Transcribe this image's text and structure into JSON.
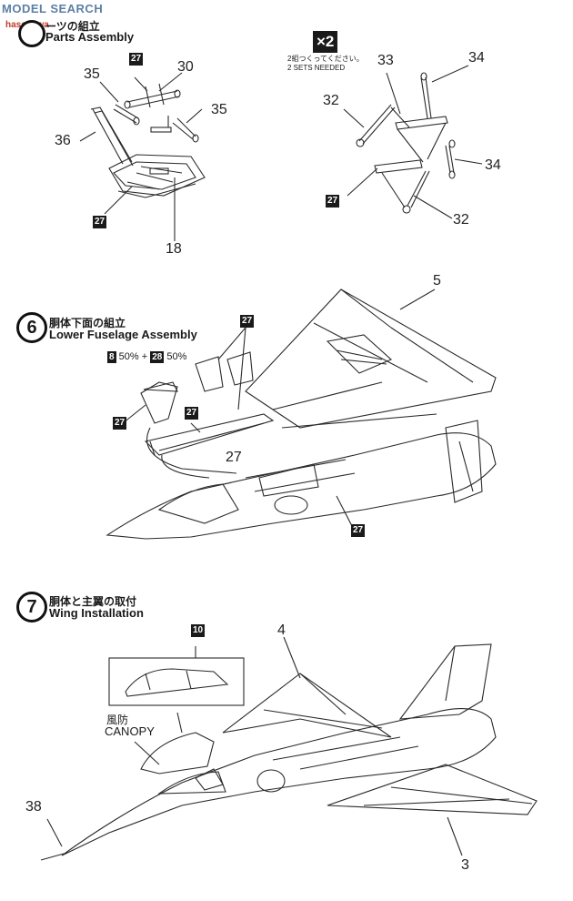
{
  "watermark": {
    "text": "MODEL SEARCH",
    "sub": "hasegawa"
  },
  "step5": {
    "title_jp": "ーツの組立",
    "title_en": "Parts Assembly",
    "x2": "×2",
    "note_jp": "2組つくってください。",
    "note_en": "2 SETS NEEDED",
    "callouts": [
      "27",
      "30",
      "35",
      "35",
      "36",
      "27",
      "18",
      "33",
      "34",
      "32",
      "34",
      "27",
      "32"
    ]
  },
  "step6": {
    "number": "6",
    "title_jp": "胴体下面の組立",
    "title_en": "Lower Fuselage Assembly",
    "mix": {
      "a": "8",
      "a_pct": "50%",
      "plus": "+",
      "b": "28",
      "b_pct": "50%"
    },
    "callouts": [
      "5",
      "27",
      "27",
      "27",
      "27",
      "27"
    ]
  },
  "step7": {
    "number": "7",
    "title_jp": "胴体と主翼の取付",
    "title_en": "Wing Installation",
    "canopy_jp": "風防",
    "canopy_en": "CANOPY",
    "callouts": [
      "10",
      "4",
      "38",
      "3"
    ]
  }
}
